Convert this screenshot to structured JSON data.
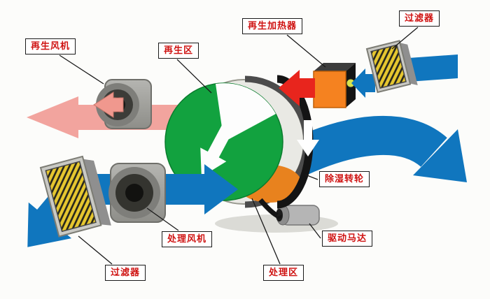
{
  "diagram": {
    "labels": {
      "regen_fan": "再生风机",
      "regen_zone": "再生区",
      "regen_heater": "再生加热器",
      "filter_top": "过滤器",
      "desiccant_wheel": "除湿转轮",
      "drive_motor": "驱动马达",
      "process_zone": "处理区",
      "process_fan": "处理风机",
      "filter_bottom": "过滤器"
    },
    "colors": {
      "process_air_blue": "#1076be",
      "regen_exhaust_pink": "#f2a49e",
      "hot_air_red": "#e8251d",
      "wheel_green": "#12a23f",
      "heater_orange": "#f58220",
      "filter_yellow": "#e6c72f",
      "label_text_red": "#cf1312"
    }
  }
}
